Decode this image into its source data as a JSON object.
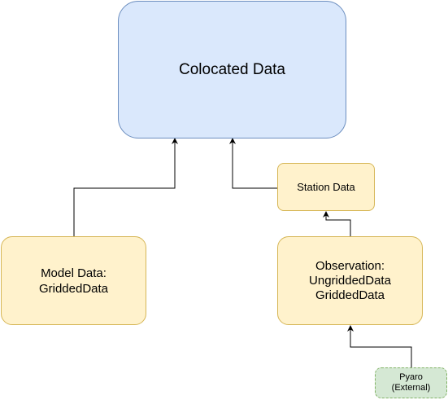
{
  "colors": {
    "colocated_fill": "#dae8fc",
    "colocated_stroke": "#6c8ebf",
    "data_fill": "#fff2cc",
    "data_stroke": "#d6b656",
    "external_fill": "#d5e8d4",
    "external_stroke": "#82b366",
    "edge": "#000000"
  },
  "nodes": {
    "colocated": {
      "lines": [
        "Colocated Data"
      ]
    },
    "station": {
      "lines": [
        "Station Data"
      ]
    },
    "model": {
      "lines": [
        "Model Data:",
        "GriddedData"
      ]
    },
    "observation": {
      "lines": [
        "Observation:",
        "UngriddedData",
        "GriddedData"
      ]
    },
    "pyaro": {
      "lines": [
        "Pyaro",
        "(External)"
      ]
    }
  },
  "edges": [
    {
      "from": "model",
      "to": "colocated"
    },
    {
      "from": "station",
      "to": "colocated"
    },
    {
      "from": "observation",
      "to": "station"
    },
    {
      "from": "pyaro",
      "to": "observation"
    }
  ]
}
